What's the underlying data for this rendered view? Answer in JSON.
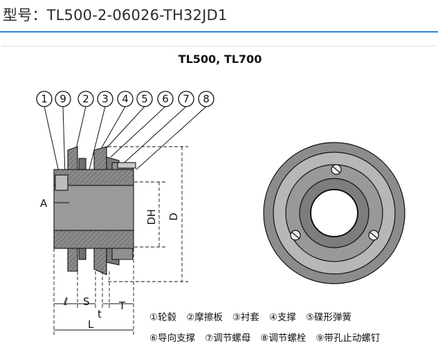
{
  "page": {
    "model_title": "型号：TL500-2-06026-TH32JD1"
  },
  "figure": {
    "title": "TL500, TL700",
    "callouts": [
      "1",
      "9",
      "2",
      "3",
      "4",
      "5",
      "6",
      "7",
      "8"
    ],
    "dimension_labels": {
      "A": "A",
      "DH": "DH",
      "D": "D",
      "l": "ℓ",
      "S": "S",
      "t": "t",
      "T": "T",
      "L": "L"
    },
    "legend_row1": [
      "①轮毂",
      "②摩擦板",
      "③衬套",
      "④支撑",
      "⑤碟形弹簧"
    ],
    "legend_row2": [
      "⑥导向支撑",
      "⑦调节螺母",
      "⑧调节螺栓",
      "⑨带孔止动螺钉"
    ]
  }
}
